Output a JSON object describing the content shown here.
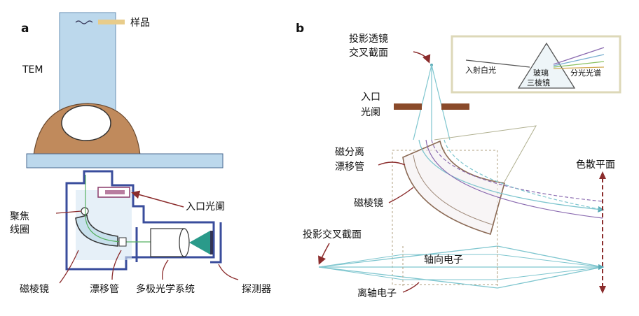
{
  "panel_a": {
    "tag": "a",
    "tem": "TEM",
    "sample": "样品",
    "entrance_aperture": "入口光阑",
    "focus_coil_line1": "聚焦",
    "focus_coil_line2": "线圈",
    "magnetic_prism": "磁棱镜",
    "drift_tube": "漂移管",
    "multipole_optics": "多极光学系统",
    "detector": "探测器"
  },
  "panel_b": {
    "tag": "b",
    "projector_crossover_line1": "投影透镜",
    "projector_crossover_line2": "交叉截面",
    "entrance_aperture_line1": "入口",
    "entrance_aperture_line2": "光阑",
    "separation_line1": "磁分离",
    "separation_line2": "漂移管",
    "magnetic_prism": "磁棱镜",
    "dispersion_plane": "色散平面",
    "projection_crossover": "投影交叉截面",
    "axial_electrons": "轴向电子",
    "off_axis_electrons": "离轴电子",
    "inset": {
      "incident_light": "入射白光",
      "glass_line1": "玻璃",
      "glass_line2": "三棱镜",
      "spectrum": "分光光谱"
    }
  },
  "colors": {
    "beam_cyan": "#7fc6cf",
    "flange_brown": "#c08a5c",
    "housing_blue": "#3a4d9c",
    "platform_blue": "#bcd8ec",
    "dark_red_arrow": "#8b2c2c",
    "aperture_brown": "#8a4a2a",
    "prism_outline": "#8b6a55",
    "inset_border": "#ddd8b8"
  }
}
